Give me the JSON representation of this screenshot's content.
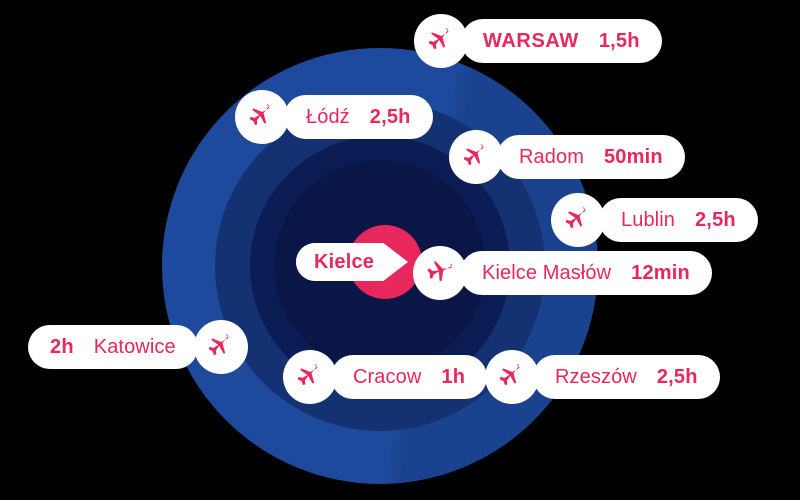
{
  "colors": {
    "background": "#000000",
    "accent_pink": "#E8275C",
    "pill_background": "#FFFFFF",
    "ring_outer": "#1D4A9C",
    "ring_second": "#143272",
    "ring_third": "#0C1C54",
    "ring_fourth": "#0A1646"
  },
  "center": {
    "label": "Kielce",
    "icon": "banner-arrow"
  },
  "destinations": [
    {
      "id": "warsaw",
      "city": "WARSAW",
      "duration": "1,5h",
      "icon": "airplane-icon",
      "icon_side": "left",
      "emphasis": "bold"
    },
    {
      "id": "lodz",
      "city": "Łódź",
      "duration": "2,5h",
      "icon": "airplane-icon",
      "icon_side": "left",
      "emphasis": "regular"
    },
    {
      "id": "radom",
      "city": "Radom",
      "duration": "50min",
      "icon": "airplane-icon",
      "icon_side": "left",
      "emphasis": "regular"
    },
    {
      "id": "lublin",
      "city": "Lublin",
      "duration": "2,5h",
      "icon": "airplane-icon",
      "icon_side": "left",
      "emphasis": "regular"
    },
    {
      "id": "kmaslow",
      "city": "Kielce Masłów",
      "duration": "12min",
      "icon": "airplane-side-icon",
      "icon_side": "left",
      "emphasis": "regular"
    },
    {
      "id": "katowice",
      "city": "Katowice",
      "duration": "2h",
      "icon": "airplane-icon",
      "icon_side": "right",
      "emphasis": "regular"
    },
    {
      "id": "cracow",
      "city": "Cracow",
      "duration": "1h",
      "icon": "airplane-icon",
      "icon_side": "left",
      "emphasis": "regular"
    },
    {
      "id": "rzeszow",
      "city": "Rzeszów",
      "duration": "2,5h",
      "icon": "airplane-icon",
      "icon_side": "left",
      "emphasis": "regular"
    }
  ]
}
